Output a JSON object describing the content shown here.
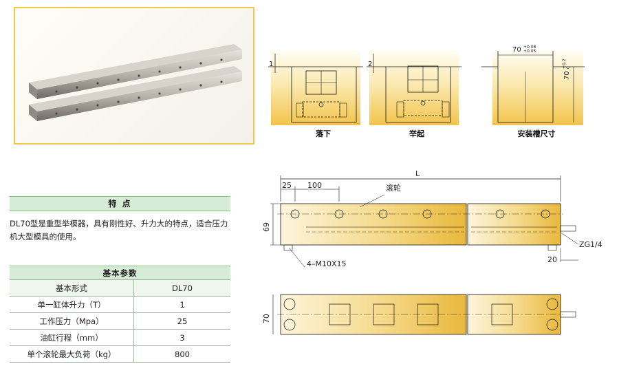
{
  "drawings": {
    "drop_caption": "落下",
    "lift_caption": "举起",
    "groove_caption": "安装槽尺寸",
    "drop_dim": "1",
    "lift_dim": "2",
    "groove_width": "70",
    "groove_width_tol_upper": "+0.08",
    "groove_width_tol_lower": "+0.05",
    "groove_depth": "70",
    "groove_depth_tol_upper": "+0.2",
    "groove_depth_tol_lower": "0",
    "length_label": "L",
    "dim_25": "25",
    "dim_100": "100",
    "roller_label": "滚轮",
    "height_69": "69",
    "port_label": "ZG1/4",
    "dim_20": "20",
    "screw_label": "4–M10X15",
    "width_70": "70"
  },
  "features": {
    "title": "特 点",
    "text": "DL70型是重型举模器，具有刚性好、升力大的特点，适合压力机大型模具的使用。"
  },
  "params": {
    "title": "基本参数",
    "rows": [
      {
        "k": "基本形式",
        "v": "DL70"
      },
      {
        "k": "单一缸体升力（T）",
        "v": "1"
      },
      {
        "k": "工作压力（Mpa）",
        "v": "25"
      },
      {
        "k": "油缸行程（mm）",
        "v": "3"
      },
      {
        "k": "单个滚轮最大负荷（kg）",
        "v": "800"
      }
    ]
  }
}
